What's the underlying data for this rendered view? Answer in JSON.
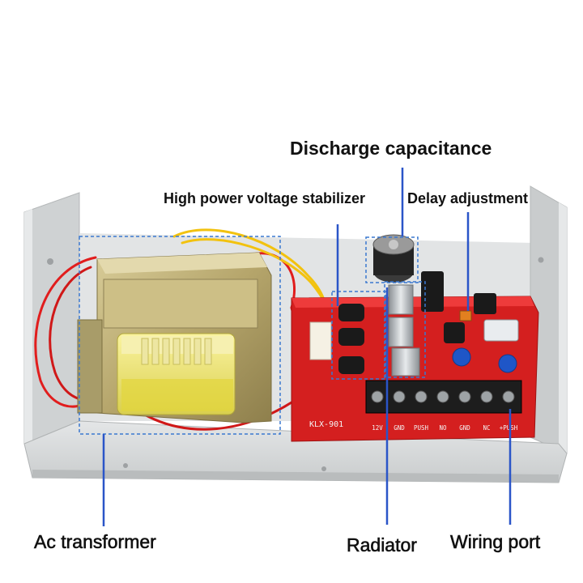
{
  "labels": {
    "discharge_capacitance": "Discharge capacitance",
    "high_power_voltage_stabilizer": "High power voltage stabilizer",
    "delay_adjustment": "Delay adjustment",
    "ac_transformer": "Ac transformer",
    "radiator": "Radiator",
    "wiring_port": "Wiring port"
  },
  "board": {
    "model": "KLX-901",
    "terminals": [
      "12V",
      "GND",
      "PUSH",
      "NO",
      "GND",
      "NC",
      "+PUSH"
    ]
  },
  "colors": {
    "pointer_line": "#2a55c8",
    "dashed_box": "#3a78d0",
    "pcb": "#d41f1f",
    "enclosure": "#d9dcdd",
    "transformer_frame": "#bcae7a",
    "coil": "#f2ea7a"
  }
}
